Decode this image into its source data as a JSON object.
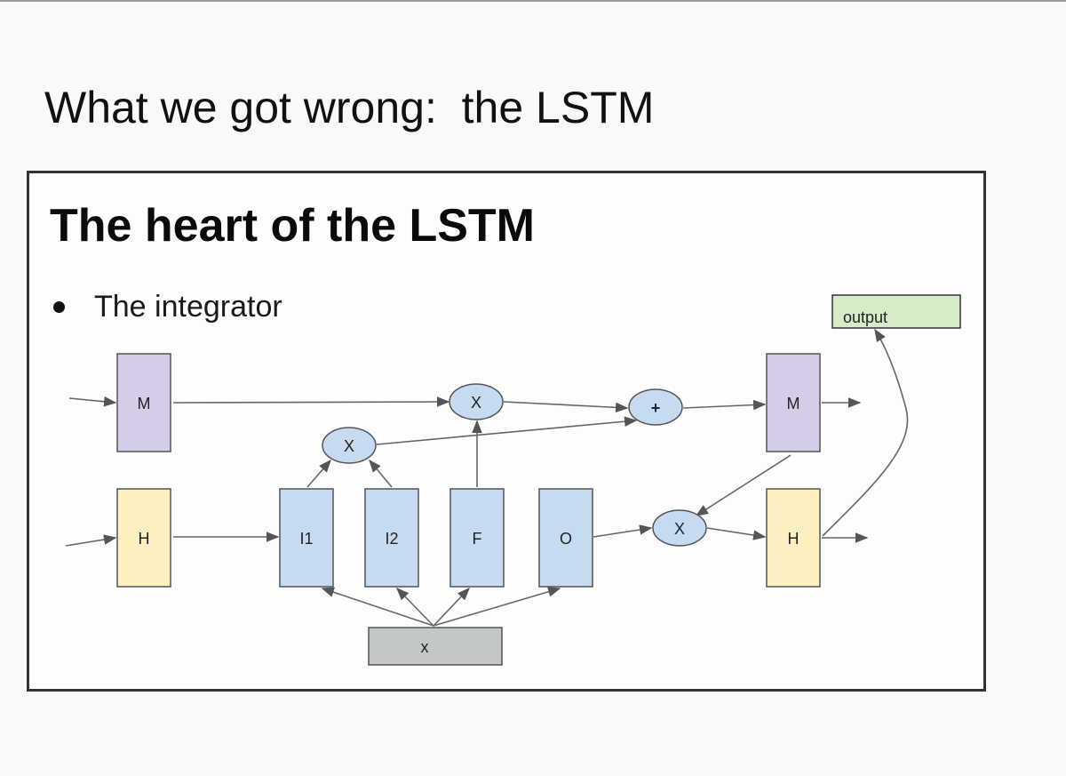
{
  "slide": {
    "title": "What we got wrong:  the LSTM",
    "heading": "The heart of the LSTM",
    "bullets": [
      "The integrator"
    ]
  },
  "colors": {
    "memory": "#d5cce8",
    "hidden": "#fcefc0",
    "gate": "#c6dbef",
    "input": "#c4c8c5",
    "output": "#d6ebc8",
    "op": "#c6dbef"
  },
  "diagram": {
    "nodes": {
      "m_in": "M",
      "h_in": "H",
      "i1": "I1",
      "i2": "I2",
      "f": "F",
      "o": "O",
      "x_input": "x",
      "mul_i": "X",
      "mul_f": "X",
      "add": "+",
      "mul_o": "X",
      "m_out": "M",
      "h_out": "H",
      "output": "output"
    }
  }
}
